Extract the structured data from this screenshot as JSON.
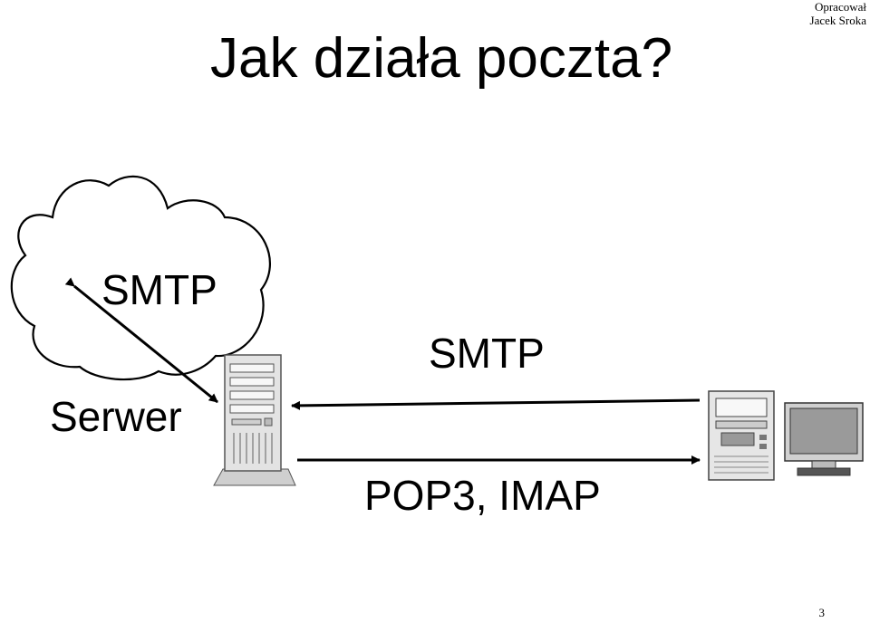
{
  "slide": {
    "title": "Jak działa poczta?",
    "author_line1": "Opracował",
    "author_line2": "Jacek Sroka",
    "page_number": "3"
  },
  "diagram": {
    "cloud_label": "SMTP",
    "server_label": "Serwer",
    "upper_arrow_label": "SMTP",
    "lower_arrow_label": "POP3, IMAP",
    "icons": [
      "cloud-icon",
      "server-tower-icon",
      "desktop-computer-icon",
      "monitor-icon"
    ]
  }
}
